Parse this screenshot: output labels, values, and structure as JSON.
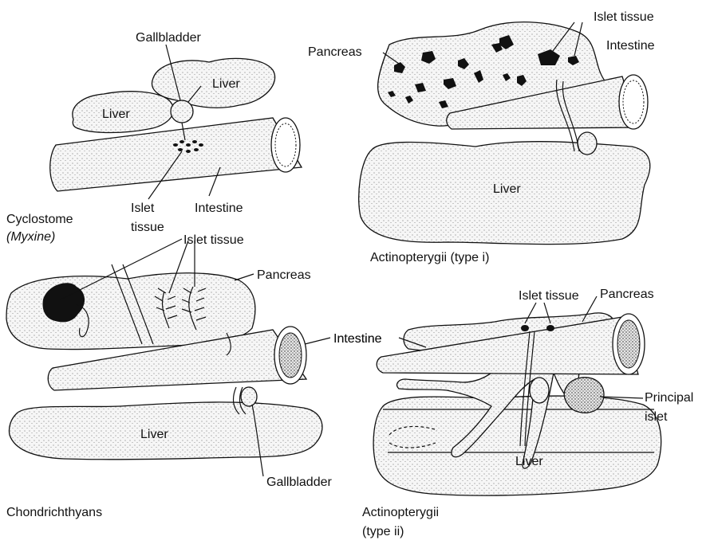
{
  "panels": {
    "cyclostome": {
      "caption_line1": "Cyclostome",
      "caption_line2": "(Myxine)",
      "labels": {
        "gallbladder": "Gallbladder",
        "liver_right": "Liver",
        "liver_left": "Liver",
        "islet_line1": "Islet",
        "islet_line2": "tissue",
        "intestine": "Intestine"
      }
    },
    "actinopterygii_i": {
      "caption": "Actinopterygii (type i)",
      "labels": {
        "islet_tissue": "Islet tissue",
        "pancreas": "Pancreas",
        "intestine": "Intestine",
        "liver": "Liver"
      }
    },
    "chondrichthyans": {
      "caption": "Chondrichthyans",
      "labels": {
        "islet_tissue": "Islet tissue",
        "pancreas": "Pancreas",
        "intestine": "Intestine",
        "liver": "Liver",
        "gallbladder": "Gallbladder"
      }
    },
    "actinopterygii_ii": {
      "caption_line1": "Actinopterygii",
      "caption_line2": "(type ii)",
      "labels": {
        "islet_tissue": "Islet tissue",
        "pancreas": "Pancreas",
        "intestine": "Intestine",
        "principal_line1": "Principal",
        "principal_line2": "islet",
        "liver": "Liver"
      }
    }
  },
  "colors": {
    "ink": "#111111",
    "organ_fill": "#f4f4f4",
    "background": "#ffffff"
  }
}
